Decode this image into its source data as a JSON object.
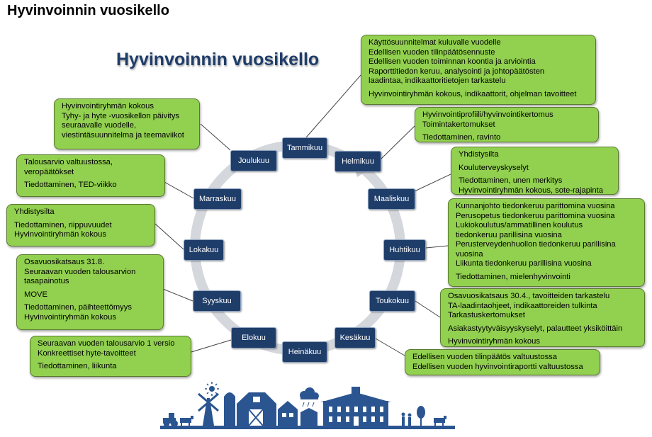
{
  "page_title": "Hyvinvoinnin vuosikello",
  "diagram_title": "Hyvinvoinnin vuosikello",
  "months": {
    "tammikuu": "Tammikuu",
    "helmikuu": "Helmikuu",
    "maaliskuu": "Maaliskuu",
    "huhtikuu": "Huhtikuu",
    "toukokuu": "Toukokuu",
    "kesakuu": "Kesäkuu",
    "heinakuu": "Heinäkuu",
    "elokuu": "Elokuu",
    "syyskuu": "Syyskuu",
    "lokakuu": "Lokakuu",
    "marraskuu": "Marraskuu",
    "joulukuu": "Joulukuu"
  },
  "boxes": {
    "tammikuu": [
      "Käyttösuunnitelmat kuluvalle vuodelle",
      "Edellisen vuoden tilinpäätösennuste",
      "Edellisen vuoden toiminnan koontia ja arviointia",
      "Raporttitiedon keruu, analysointi ja johtopäätösten",
      "laadintaa, indikaattoritietojen tarkastelu",
      "Hyvinvointiryhmän kokous, indikaattorit, ohjelman tavoitteet"
    ],
    "helmikuu": [
      "Hyvinvointiprofiili/hyvinvointikertomus",
      "Toimintakertomukset",
      "Tiedottaminen, ravinto"
    ],
    "maaliskuu": [
      "Yhdistysilta",
      "Kouluterveyskyselyt",
      "Tiedottaminen, unen merkitys",
      "Hyvinvointiryhmän kokous, sote-rajapinta"
    ],
    "huhtikuu": [
      "Kunnanjohto tiedonkeruu parittomina vuosina",
      "Perusopetus tiedonkeruu parittomina vuosina",
      "Lukiokoulutus/ammatillinen koulutus",
      "tiedonkeruu parillisina vuosina",
      "Perusterveydenhuollon tiedonkeruu parillisina",
      "vuosina",
      "Liikunta tiedonkeruu parillisina vuosina",
      "Tiedottaminen, mielenhyvinvointi"
    ],
    "toukokuu": [
      "Osavuosikatsaus 30.4., tavoitteiden tarkastelu",
      "TA-laadintaohjeet, indikaattoreiden tulkinta",
      "Tarkastuskertomukset",
      "Asiakastyytyväisyyskyselyt, palautteet yksiköittäin",
      "Hyvinvointiryhmän kokous"
    ],
    "kesakuu": [
      "Edellisen vuoden tilinpäätös valtuustossa",
      "Edellisen vuoden hyvinvointiraportti valtuustossa"
    ],
    "elokuu": [
      "Seuraavan vuoden talousarvio 1 versio",
      "Konkreettiset hyte-tavoitteet",
      "Tiedottaminen, liikunta"
    ],
    "syyskuu": [
      "Osavuosikatsaus 31.8.",
      "Seuraavan vuoden talousarvion",
      "tasapainotus",
      "MOVE",
      "Tiedottaminen, päihteettömyys",
      "Hyvinvointiryhmän kokous"
    ],
    "lokakuu": [
      "Yhdistysilta",
      "Tiedottaminen, riippuvuudet",
      "Hyvinvointiryhmän kokous"
    ],
    "marraskuu": [
      "Talousarvio valtuustossa,",
      "veropäätökset",
      "Tiedottaminen, TED-viikko"
    ],
    "joulukuu": [
      "Hyvinvointiryhmän kokous",
      "Tyhy- ja hyte -vuosikellon päivitys",
      "seuraavalle vuodelle,",
      "viestintäsuunnitelma ja teemaviikot"
    ]
  },
  "colors": {
    "box_green": "#92d050",
    "month_navy": "#1f3d69",
    "ring_gray": "#d4d7dc",
    "title_blue": "#1f3d6b",
    "farm_blue": "#2b5591"
  }
}
